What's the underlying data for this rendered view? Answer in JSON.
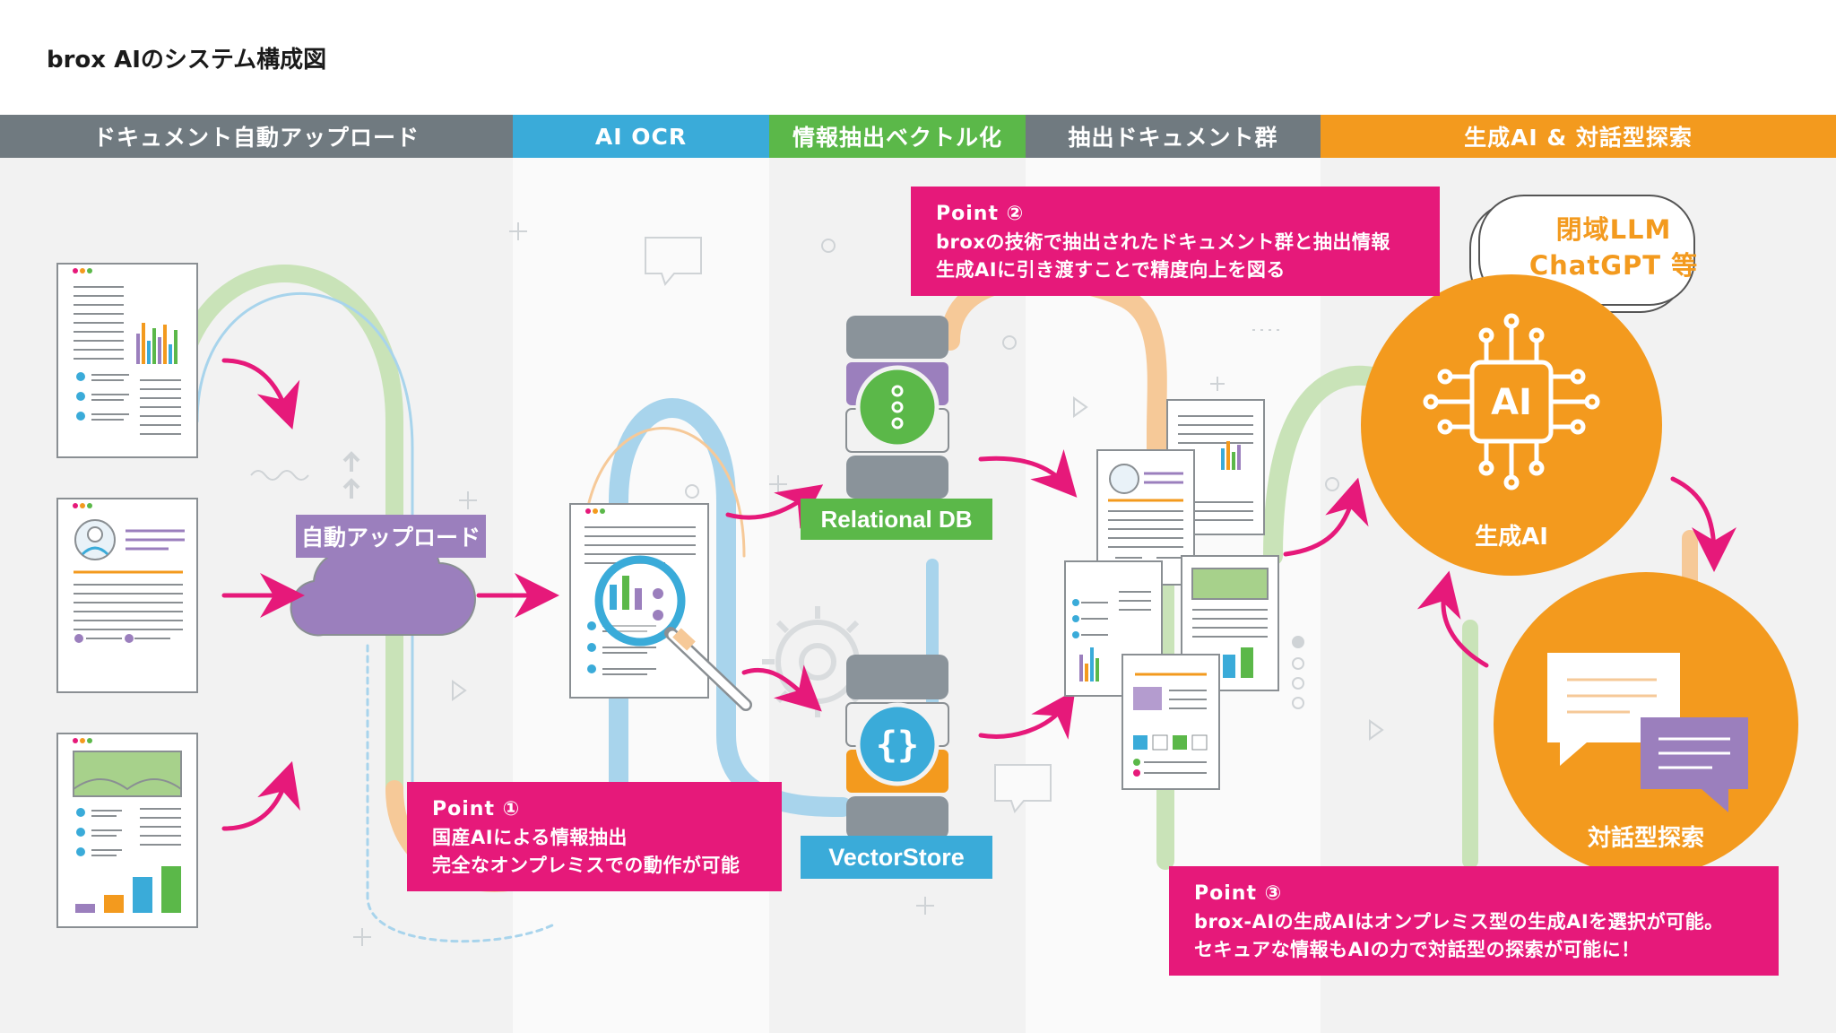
{
  "title": "brox AIのシステム構成図",
  "headers": [
    {
      "label": "ドキュメント自動アップロード",
      "color": "#707a80"
    },
    {
      "label": "AI OCR",
      "color": "#3aabd9"
    },
    {
      "label": "情報抽出ベクトル化",
      "color": "#5bb849"
    },
    {
      "label": "抽出ドキュメント群",
      "color": "#707a80"
    },
    {
      "label": "生成AI & 対話型探索",
      "color": "#f39a1e"
    }
  ],
  "labels": {
    "auto_upload": "自動アップロード",
    "relational_db": "Relational DB",
    "vector_store": "VectorStore",
    "gen_ai": "生成AI",
    "chip_text": "AI",
    "dialog_search": "対話型探索",
    "bubble_line1": "閉域LLM",
    "bubble_line2": "ChatGPT 等"
  },
  "points": [
    {
      "title": "Point ①",
      "lines": [
        "国産AIによる情報抽出",
        "完全なオンプレミスでの動作が可能"
      ]
    },
    {
      "title": "Point ②",
      "lines": [
        "broxの技術で抽出されたドキュメント群と抽出情報",
        "生成AIに引き渡すことで精度向上を図る"
      ]
    },
    {
      "title": "Point ③",
      "lines": [
        "brox-AIの生成AIはオンプレミス型の生成AIを選択が可能。",
        "セキュアな情報もAIの力で対話型の探索が可能に！"
      ]
    }
  ],
  "colors": {
    "pink": "#e6197a",
    "purple": "#9b7fbd",
    "orange": "#f39a1e",
    "blue": "#3aabd9",
    "green": "#5bb849",
    "gray": "#707a80"
  }
}
